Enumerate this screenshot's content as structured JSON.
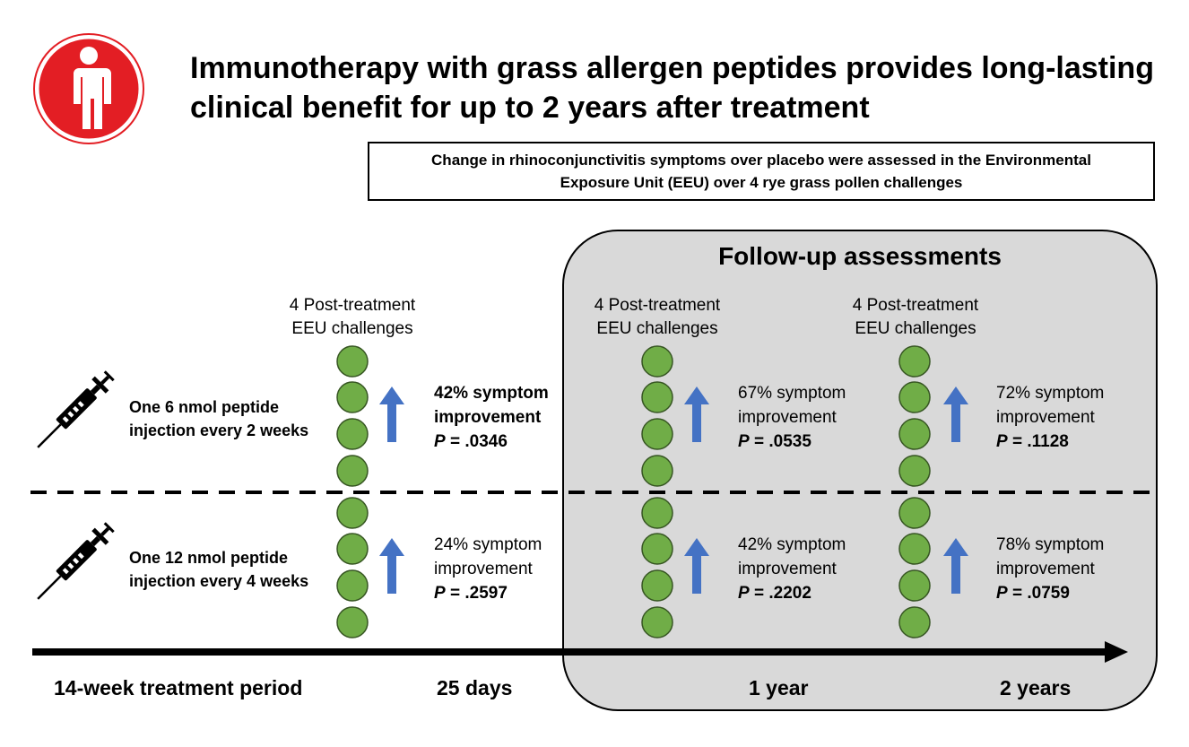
{
  "title": {
    "line1": "Immunotherapy with grass allergen peptides provides long-lasting",
    "line2": "clinical benefit for up to 2 years after treatment"
  },
  "info": {
    "line1": "Change in rhinoconjunctivitis symptoms over placebo were assessed in the Environmental",
    "line2": "Exposure Unit (EEU) over 4 rye grass pollen challenges"
  },
  "followup_title": "Follow-up assessments",
  "timepoint_header": {
    "line1": "4 Post-treatment",
    "line2": "EEU challenges"
  },
  "treatments": [
    {
      "line1": "One 6 nmol peptide",
      "line2": "injection every 2 weeks"
    },
    {
      "line1": "One 12 nmol peptide",
      "line2": "injection every 4 weeks"
    }
  ],
  "results": {
    "top": [
      {
        "pct": "42% symptom",
        "word": "improvement",
        "p_label": "P",
        "p_value": "= .0346",
        "bold": true
      },
      {
        "pct": "67% symptom",
        "word": "improvement",
        "p_label": "P",
        "p_value": "= .0535",
        "bold": false
      },
      {
        "pct": "72% symptom",
        "word": "improvement",
        "p_label": "P",
        "p_value": "= .1128",
        "bold": false
      }
    ],
    "bottom": [
      {
        "pct": "24% symptom",
        "word": "improvement",
        "p_label": "P",
        "p_value": "= .2597",
        "bold": false
      },
      {
        "pct": "42% symptom",
        "word": "improvement",
        "p_label": "P",
        "p_value": "= .2202",
        "bold": false
      },
      {
        "pct": "78% symptom",
        "word": "improvement",
        "p_label": "P",
        "p_value": "= .0759",
        "bold": false
      }
    ]
  },
  "timeline": {
    "treatment_period": "14-week treatment period",
    "t1": "25 days",
    "t2": "1 year",
    "t3": "2 years"
  },
  "colors": {
    "circle_fill": "#70ad47",
    "circle_stroke": "#375623",
    "arrow": "#4472c4",
    "followup_bg": "#d9d9d9",
    "icon_red": "#e31e24"
  },
  "icons": {
    "person": "person-icon",
    "syringe": "syringe-icon"
  }
}
